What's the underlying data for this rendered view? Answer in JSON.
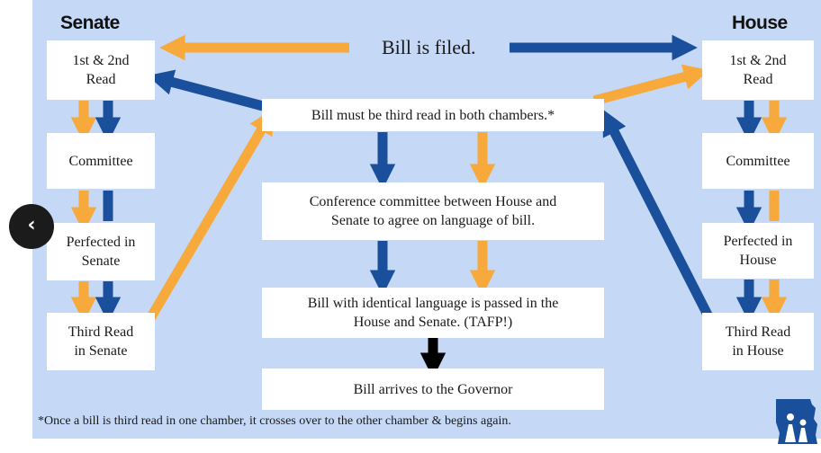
{
  "colors": {
    "panel": "#c5d8f6",
    "senate_arrow": "#f7a93b",
    "house_arrow": "#1a4f9c",
    "governor_arrow": "#000000"
  },
  "headings": {
    "senate": "Senate",
    "house": "House"
  },
  "filed": "Bill is filed.",
  "senate_steps": [
    "1st & 2nd\nRead",
    "Committee",
    "Perfected in\nSenate",
    "Third Read\nin Senate"
  ],
  "house_steps": [
    "1st & 2nd\nRead",
    "Committee",
    "Perfected in\nHouse",
    "Third Read\nin House"
  ],
  "center_steps": [
    "Bill must be third read in both chambers.*",
    "Conference committee between House and\nSenate to agree on language of bill.",
    "Bill with identical language is passed in the\nHouse and Senate. (TAFP!)",
    "Bill arrives to the Governor"
  ],
  "footnote": "*Once a bill is third read in one chamber, it crosses over to the other chamber & begins again.",
  "nav": {
    "back_icon": "chevron-left-icon"
  },
  "logo": {
    "icon": "missouri-people-logo-icon"
  }
}
